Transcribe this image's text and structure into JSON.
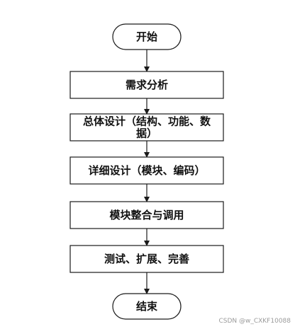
{
  "flowchart": {
    "nodes": [
      {
        "id": "start",
        "shape": "terminal",
        "lines": [
          "开始"
        ]
      },
      {
        "id": "requirements",
        "shape": "process",
        "lines": [
          "需求分析"
        ]
      },
      {
        "id": "overall-design",
        "shape": "process",
        "lines": [
          "总体设计（结构、功能、数",
          "据）"
        ]
      },
      {
        "id": "detailed-design",
        "shape": "process",
        "lines": [
          "详细设计（模块、编码）"
        ]
      },
      {
        "id": "integration",
        "shape": "process",
        "lines": [
          "模块整合与调用"
        ]
      },
      {
        "id": "testing",
        "shape": "process",
        "lines": [
          "测试、扩展、完善"
        ]
      },
      {
        "id": "end",
        "shape": "terminal",
        "lines": [
          "结束"
        ]
      }
    ],
    "edges": [
      {
        "from": "start",
        "to": "requirements"
      },
      {
        "from": "requirements",
        "to": "overall-design"
      },
      {
        "from": "overall-design",
        "to": "detailed-design"
      },
      {
        "from": "detailed-design",
        "to": "integration"
      },
      {
        "from": "integration",
        "to": "testing"
      },
      {
        "from": "testing",
        "to": "end"
      }
    ]
  },
  "watermark": "CSDN @w_CXKF10088"
}
